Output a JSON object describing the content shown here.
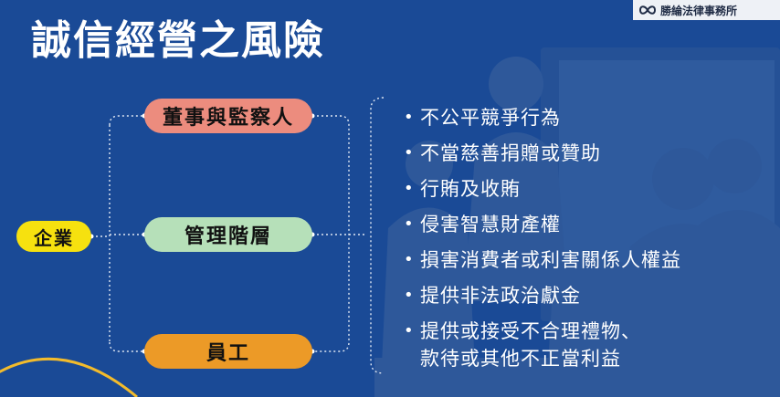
{
  "slide": {
    "title": "誠信經營之風險",
    "firm_name": "勝綸法律事務所",
    "colors": {
      "background": "#1a4a96",
      "company": "#f6e10f",
      "board": "#ec8c7e",
      "management": "#b6e0b9",
      "staff": "#ec9a27",
      "text": "#ffffff"
    }
  },
  "diagram": {
    "root": "企業",
    "branches": [
      "董事與監察人",
      "管理階層",
      "員工"
    ]
  },
  "risks": [
    "不公平競爭行為",
    "不當慈善捐贈或贊助",
    "行賄及收賄",
    "侵害智慧財產權",
    "損害消費者或利害關係人權益",
    "提供非法政治獻金",
    "提供或接受不合理禮物、\n款待或其他不正當利益"
  ],
  "icons": {
    "logo": "infinity-logo-icon",
    "bullet": "bullet-dot-icon",
    "background": "meeting-people-illustration"
  }
}
